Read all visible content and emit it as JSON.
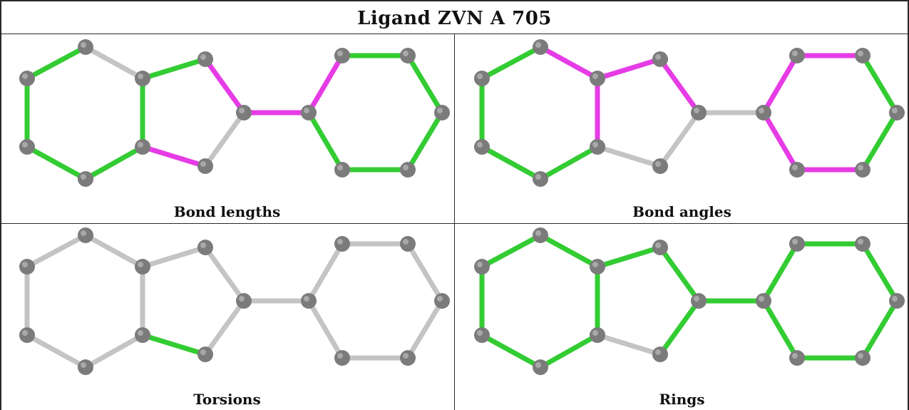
{
  "title": "Ligand ZVN A 705",
  "colors": {
    "atom": "#7b7b7b",
    "bond_pass": "#33cc33",
    "bond_outlier": "#e63ce6",
    "bond_neutral": "#c4c4c4"
  },
  "panels": [
    {
      "caption": "Bond lengths",
      "bonds": [
        "pass",
        "pass",
        "pass",
        "pass",
        "pass",
        "neutral",
        "pass",
        "outlier",
        "neutral",
        "outlier",
        "outlier",
        "outlier",
        "pass",
        "pass",
        "pass",
        "pass"
      ]
    },
    {
      "caption": "Bond angles",
      "bonds": [
        "pass",
        "pass",
        "pass",
        "pass",
        "outlier",
        "outlier",
        "outlier",
        "outlier",
        "neutral",
        "neutral",
        "neutral",
        "outlier",
        "outlier",
        "pass",
        "pass",
        "outlier"
      ]
    },
    {
      "caption": "Torsions",
      "bonds": [
        "neutral",
        "neutral",
        "neutral",
        "neutral",
        "neutral",
        "neutral",
        "neutral",
        "neutral",
        "neutral",
        "pass",
        "neutral",
        "neutral",
        "neutral",
        "neutral",
        "neutral",
        "neutral"
      ]
    },
    {
      "caption": "Rings",
      "bonds": [
        "pass",
        "pass",
        "pass",
        "pass",
        "pass",
        "pass",
        "pass",
        "pass",
        "pass",
        "neutral",
        "pass",
        "pass",
        "pass",
        "pass",
        "pass",
        "pass"
      ]
    }
  ]
}
